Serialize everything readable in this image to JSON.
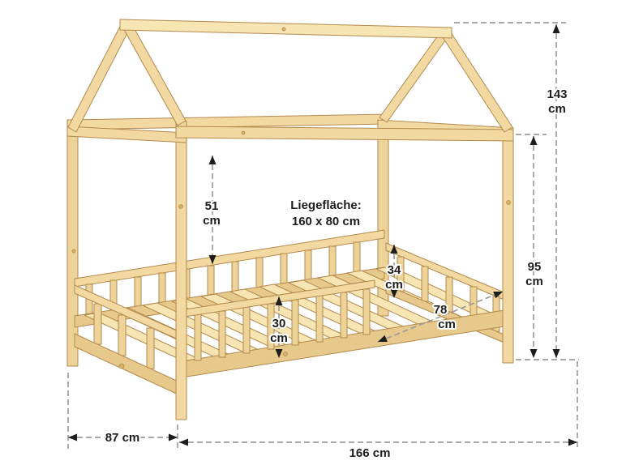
{
  "figure": {
    "name": "house-bed dimension diagram",
    "background_color": "#ffffff",
    "wood_color": "#f2d9a2",
    "dash_line_color": "#9d9d9c",
    "dimension_text_color": "#1d1d1b"
  },
  "dimensions": {
    "total_height": {
      "value": "143",
      "unit": "cm"
    },
    "wall_height": {
      "value": "95",
      "unit": "cm"
    },
    "canopy_clearance": {
      "value": "51",
      "unit": "cm"
    },
    "head_guard_height": {
      "value": "34",
      "unit": "cm"
    },
    "front_guard_height": {
      "value": "30",
      "unit": "cm"
    },
    "inner_width": {
      "value": "78",
      "unit": "cm"
    },
    "side_depth": {
      "label": "87 cm"
    },
    "total_length": {
      "label": "166 cm"
    },
    "lying_surface": {
      "title": "Liegefläche:",
      "size": "160 x 80 cm"
    }
  }
}
